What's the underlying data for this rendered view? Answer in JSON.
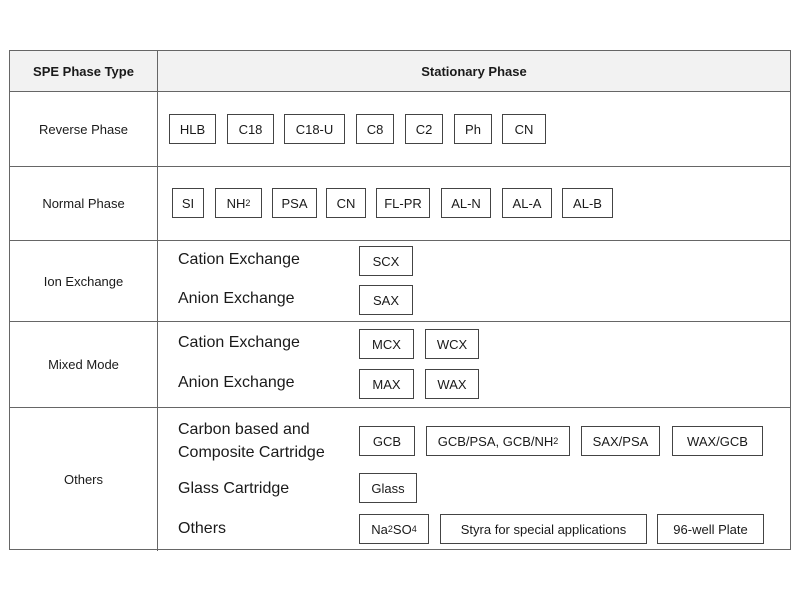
{
  "header": {
    "col1": "SPE Phase Type",
    "col2": "Stationary Phase"
  },
  "reverse": {
    "label": "Reverse Phase",
    "items": [
      "HLB",
      "C18",
      "C18-U",
      "C8",
      "C2",
      "Ph",
      "CN"
    ]
  },
  "normal": {
    "label": "Normal Phase",
    "items": [
      "SI",
      "NH",
      "PSA",
      "CN",
      "FL-PR",
      "AL-N",
      "AL-A",
      "AL-B"
    ],
    "sub_nh": "2"
  },
  "ion": {
    "label": "Ion Exchange",
    "cation": "Cation Exchange",
    "anion": "Anion Exchange",
    "cation_items": [
      "SCX"
    ],
    "anion_items": [
      "SAX"
    ]
  },
  "mixed": {
    "label": "Mixed Mode",
    "cation": "Cation Exchange",
    "anion": "Anion Exchange",
    "cation_items": [
      "MCX",
      "WCX"
    ],
    "anion_items": [
      "MAX",
      "WAX"
    ]
  },
  "others": {
    "label": "Others",
    "carbon_line1": "Carbon based and",
    "carbon_line2": "Composite Cartridge",
    "carbon_items": [
      "GCB",
      "GCB/PSA, GCB/NH",
      "SAX/PSA",
      "WAX/GCB"
    ],
    "sub_nh": "2",
    "glass": "Glass Cartridge",
    "glass_items": [
      "Glass"
    ],
    "other": "Others",
    "na_main": "Na",
    "na_sub1": "2",
    "na_mid": "SO",
    "na_sub2": "4",
    "other_items": [
      "Styra for special applications",
      "96-well Plate"
    ]
  }
}
